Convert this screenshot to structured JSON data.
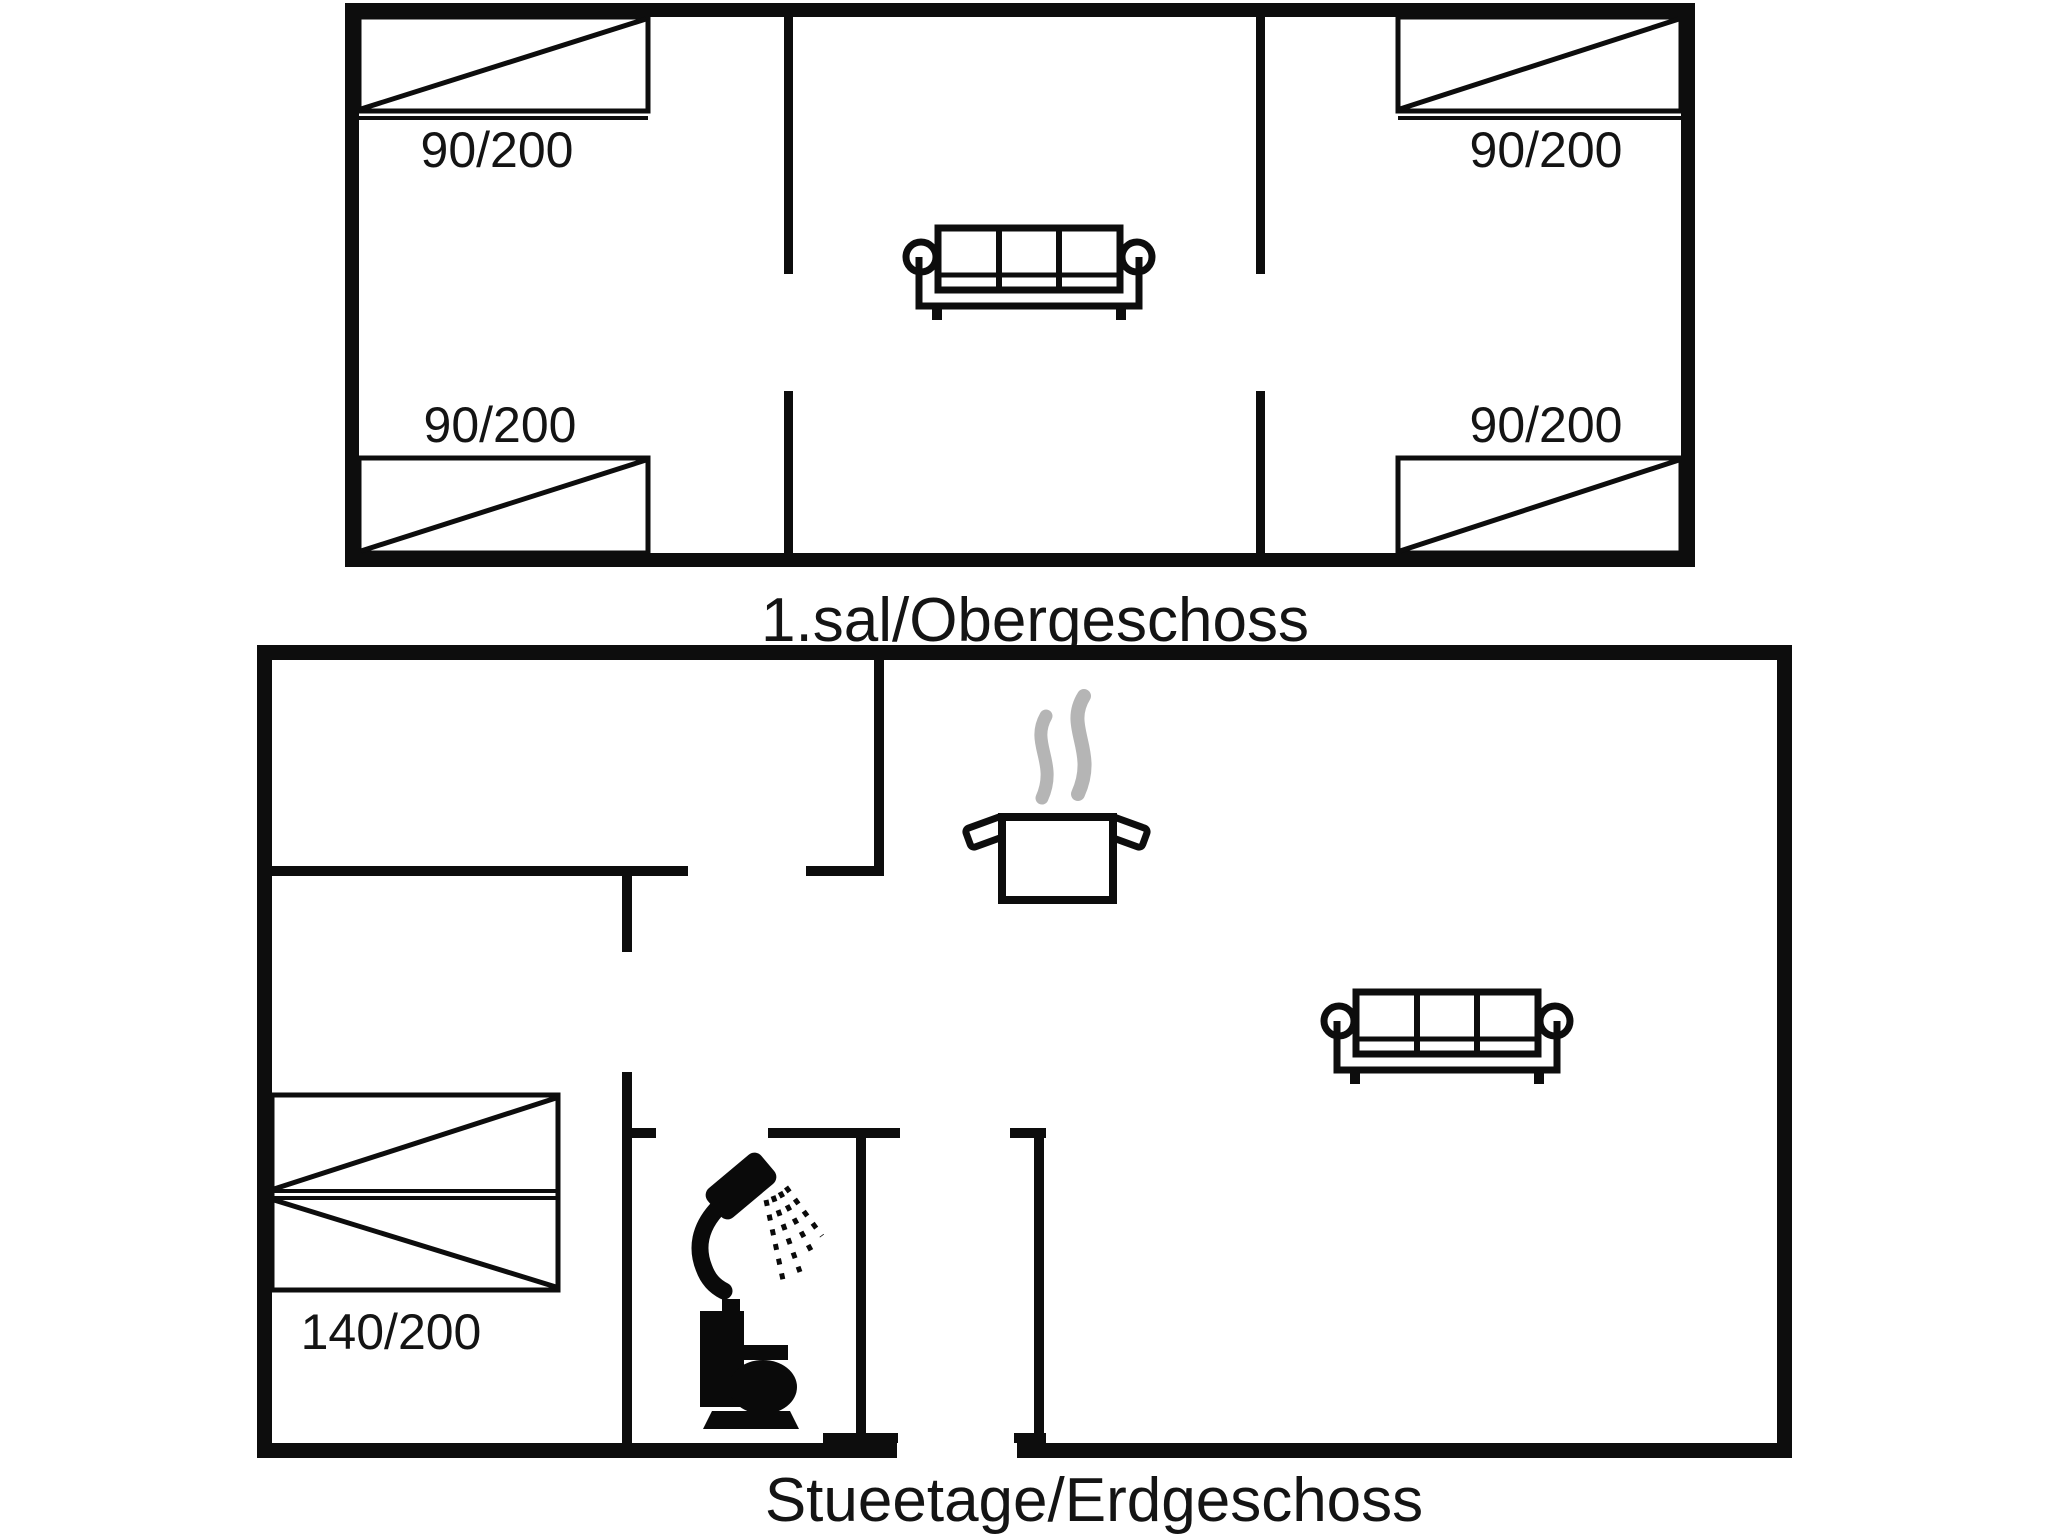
{
  "document": {
    "type": "floor-plan",
    "background": "#ffffff"
  },
  "colors": {
    "wall": "#0d0d0d",
    "furniture_line": "#0d0d0d",
    "steam": "#b5b5b5",
    "text": "#141414"
  },
  "floors": [
    {
      "id": "upper",
      "title": "1.sal/Obergeschoss",
      "beds": [
        {
          "position": "top-left",
          "label": "90/200"
        },
        {
          "position": "top-right",
          "label": "90/200"
        },
        {
          "position": "bottom-left",
          "label": "90/200"
        },
        {
          "position": "bottom-right",
          "label": "90/200"
        }
      ],
      "furniture": [
        {
          "icon": "sofa-icon",
          "type": "three-seat-sofa"
        }
      ]
    },
    {
      "id": "ground",
      "title": "Stueetage/Erdgeschoss",
      "beds": [
        {
          "position": "left",
          "label": "140/200"
        }
      ],
      "furniture": [
        {
          "icon": "cooking-pot-icon",
          "type": "kitchen-stove-pot-with-steam"
        },
        {
          "icon": "shower-icon",
          "type": "shower"
        },
        {
          "icon": "toilet-icon",
          "type": "toilet"
        },
        {
          "icon": "sofa-icon",
          "type": "three-seat-sofa"
        }
      ]
    }
  ]
}
